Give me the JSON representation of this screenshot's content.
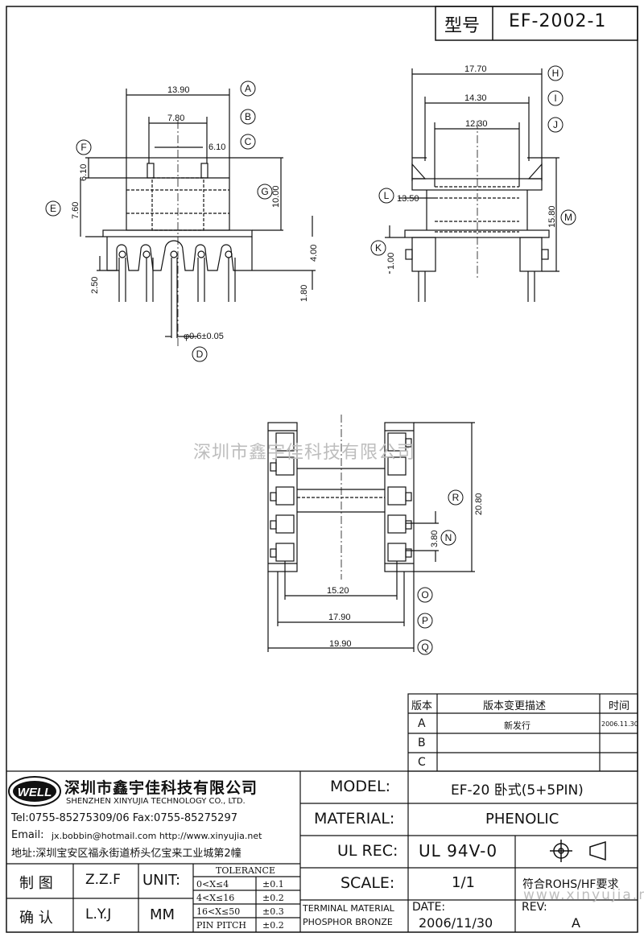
{
  "header": {
    "type_label": "型号",
    "type_value": "EF-2002-1"
  },
  "watermark": {
    "cn": "深圳市鑫宇佳科技有限公司",
    "url": "www.xinyujia.net"
  },
  "dims": {
    "d13_90": "13.90",
    "d7_80": "7.80",
    "d6_10a": "6.10",
    "d6_10b": "6.10",
    "d7_60": "7.60",
    "d10_00": "10.00",
    "d4_00": "4.00",
    "d2_50": "2.50",
    "d1_80": "1.80",
    "phi": "φ0.6±0.05",
    "d17_70": "17.70",
    "d14_30": "14.30",
    "d12_30": "12.30",
    "d13_50": "13.50",
    "d15_80": "15.80",
    "d1_00": "1.00",
    "d20_80": "20.80",
    "d3_80": "3.80",
    "d15_20": "15.20",
    "d17_90": "17.90",
    "d19_90": "19.90"
  },
  "balloons": {
    "A": "A",
    "B": "B",
    "C": "C",
    "D": "D",
    "E": "E",
    "F": "F",
    "G": "G",
    "H": "H",
    "I": "I",
    "J": "J",
    "K": "K",
    "L": "L",
    "M": "M",
    "N": "N",
    "O": "O",
    "P": "P",
    "Q": "Q",
    "R": "R"
  },
  "revision": {
    "col_ver": "版本",
    "col_desc": "版本变更描述",
    "col_time": "时间",
    "rows": [
      {
        "ver": "A",
        "desc": "新发行",
        "time": "2006.11.30"
      },
      {
        "ver": "B",
        "desc": "",
        "time": ""
      },
      {
        "ver": "C",
        "desc": "",
        "time": ""
      }
    ]
  },
  "company": {
    "logo": "WELL",
    "name_cn": "深圳市鑫宇佳科技有限公司",
    "name_en": "SHENZHEN XINYUJIA TECHNOLOGY CO., LTD.",
    "tel_fax": "Tel:0755-85275309/06   Fax:0755-85275297",
    "email": "Email:",
    "email_value": "jx.bobbin@hotmail.com http://www.xinyujia.net",
    "address": "地址:深圳宝安区福永街道桥头亿宝来工业城第2幢"
  },
  "titleblock": {
    "model_label": "MODEL:",
    "model_value": "EF-20 卧式(5+5PIN)",
    "material_label": "MATERIAL:",
    "material_value": "PHENOLIC",
    "ulrec_label": "UL REC:",
    "ulrec_value": "UL 94V-0",
    "scale_label": "SCALE:",
    "scale_value": "1/1",
    "rohs": "符合ROHS/HF要求",
    "terminal1": "TERMINAL MATERIAL",
    "terminal2": "PHOSPHOR BRONZE",
    "date_label": "DATE:",
    "date_value": "2006/11/30",
    "rev_label": "REV:",
    "rev_value": "A",
    "draw_label": "制  图",
    "draw_value": "Z.Z.F",
    "check_label": "确  认",
    "check_value": "L.Y.J",
    "unit_label": "UNIT:",
    "unit_value": "MM",
    "tolerance_title": "TOLERANCE",
    "tol": [
      {
        "range": "0<X≤4",
        "val": "±0.1"
      },
      {
        "range": "4<X≤16",
        "val": "±0.2"
      },
      {
        "range": "16<X≤50",
        "val": "±0.3"
      },
      {
        "range": "PIN PITCH",
        "val": "±0.2"
      }
    ]
  }
}
